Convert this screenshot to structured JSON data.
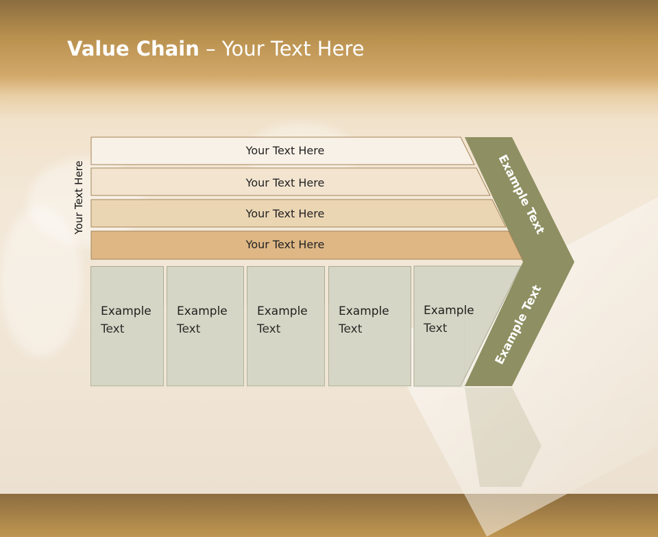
{
  "slide": {
    "title_bold": "Value Chain",
    "title_rest": " – Your Text Here",
    "side_label": "Your Text Here"
  },
  "bars": [
    {
      "label": "Your Text Here",
      "color": "#f8f1e7"
    },
    {
      "label": "Your Text Here",
      "color": "#f2e4cf"
    },
    {
      "label": "Your Text Here",
      "color": "#ebd6b4"
    },
    {
      "label": "Your Text Here",
      "color": "#deb785"
    }
  ],
  "columns": [
    {
      "line1": "Example",
      "line2": "Text"
    },
    {
      "line1": "Example",
      "line2": "Text"
    },
    {
      "line1": "Example",
      "line2": "Text"
    },
    {
      "line1": "Example",
      "line2": "Text"
    },
    {
      "line1": "Example",
      "line2": "Text"
    }
  ],
  "arrow": {
    "upper_label": "Example Text",
    "lower_label": "Example Text",
    "color": "#8e8f62"
  },
  "colors": {
    "column_fill": "#d6d6c6",
    "bar_border": "#a38458"
  }
}
